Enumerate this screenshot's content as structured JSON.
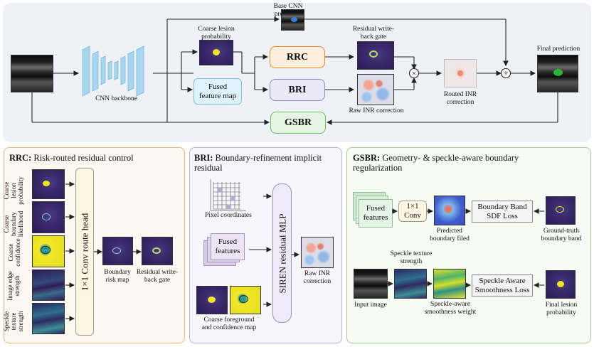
{
  "top": {
    "base_cnn_prediction": "Base CNN\nprediction",
    "coarse_lesion_probability": "Coarse lesion\nprobability",
    "cnn_backbone": "CNN backbone",
    "fused_feature_map": "Fused\nfeature map",
    "rrc": "RRC",
    "bri": "BRI",
    "gsbr": "GSBR",
    "residual_gate": "Residual write-\nback gate",
    "raw_inr_correction": "Raw INR correction",
    "routed_inr_correction": "Routed INR\ncorrection",
    "final_prediction": "Final prediction",
    "multiply_symbol": "×",
    "add_symbol": "+"
  },
  "rrc_panel": {
    "title_bold": "RRC:",
    "title_rest": " Risk-routed residual control",
    "inputs": [
      "Coarse\nlesion\nprobability",
      "Coarse\nboundary\nlikelihood",
      "Coarse\nconfidence",
      "Image edge\nstrength",
      "Speckle\ntexture\nstrength"
    ],
    "route_head": "1×1 Conv route head",
    "boundary_risk_map": "Boundary\nrisk map",
    "residual_gate": "Residual write-\nback gate"
  },
  "bri_panel": {
    "title_bold": "BRI:",
    "title_rest": " Boundary-refinement implicit\nresidual",
    "pixel_coordinates": "Pixel coordinates",
    "fused_features": "Fused\nfeatures",
    "coarse_fg_conf": "Coarse foreground\nand confidence map",
    "siren": "SIREN residual MLP",
    "raw_inr": "Raw INR\ncorrection"
  },
  "gsbr_panel": {
    "title_bold": "GSBR:",
    "title_rest": " Geometry- & speckle-aware boundary\nregularization",
    "fused_features": "Fused\nfeatures",
    "conv": "1×1\nConv",
    "predicted_boundary": "Predicted\nboundary filed",
    "sdf_loss": "Boundary Band\nSDF Loss",
    "gt_band": "Ground-truth\nboundary band",
    "input_image": "Input image",
    "speckle_texture": "Speckle texture\nstrength",
    "speckle_weight": "Speckle-aware\nsmoothness weight",
    "smooth_loss": "Speckle Aware\nSmoothness Loss",
    "final_lesion": "Final lesion\nprobability"
  },
  "colors": {
    "rrc": "#f1852a",
    "bri": "#8f87c9",
    "gsbr": "#6cbd65",
    "fused": "#7fbfe0",
    "top_bg": "#eef2f7"
  }
}
